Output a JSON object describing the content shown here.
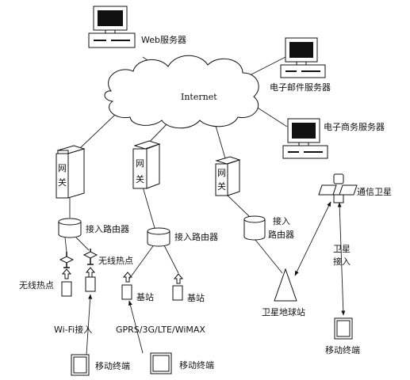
{
  "servers": {
    "web": "Web服务器",
    "email": "电子邮件服务器",
    "ecommerce": "电子商务服务器"
  },
  "cloud": {
    "label": "Internet"
  },
  "gateways": [
    "网",
    "关"
  ],
  "routers": {
    "left": "接入路由器",
    "middle": "接入路由器",
    "right_line1": "接入",
    "right_line2": "路由器"
  },
  "hotspots": {
    "left": "无线热点",
    "right": "无线热点"
  },
  "base_stations": {
    "left": "基站",
    "right": "基站"
  },
  "access": {
    "wifi": "Wi-Fi接入",
    "cellular": "GPRS/3G/LTE/WiMAX",
    "satellite_line1": "卫星",
    "satellite_line2": "接入"
  },
  "satellite": {
    "label": "通信卫星"
  },
  "ground_station": {
    "label": "卫星地球站"
  },
  "terminals": {
    "left": "移动终端",
    "middle": "移动终端",
    "right": "移动终端"
  }
}
